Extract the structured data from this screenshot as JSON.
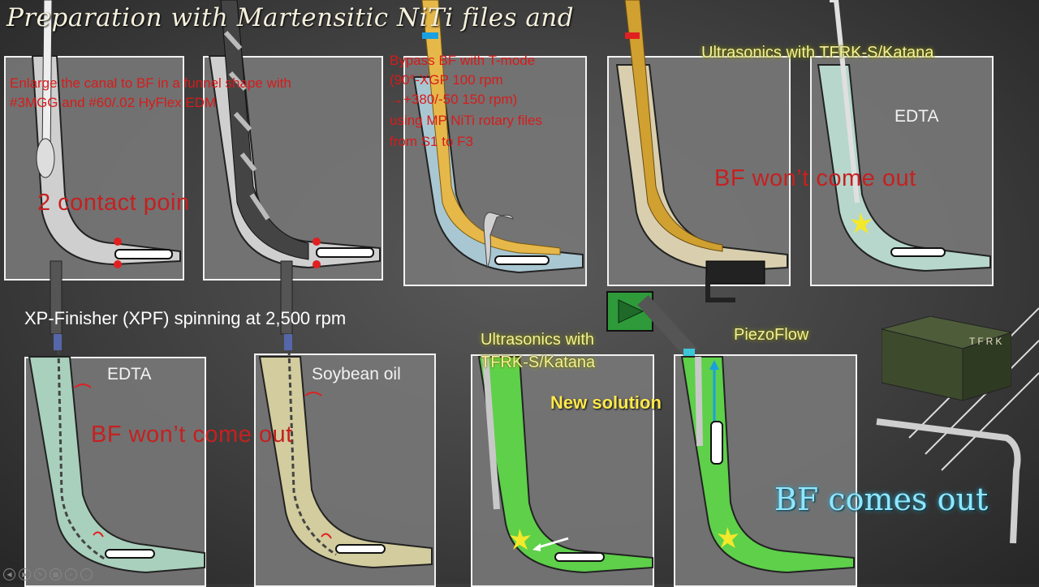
{
  "title": "Preparation with Martensitic NiTi files and",
  "panel1": {
    "note": "Enlarge the canal to BF in a funnel shape with\n#3MGG and #60/.02 HyFlex EDM",
    "contact": "2 contact poin"
  },
  "panel3": {
    "note_lines": [
      "Bypass BF with T-mode",
      "(90°-XGP 100 rpm",
      "→+380/-50 150 rpm)",
      "using MP NiTi rotary files",
      "from S1 to F3"
    ]
  },
  "panel5": {
    "ultrasonics": "Ultrasonics with TFRK-S/Katana",
    "solution": "EDTA",
    "result": "BF won’t come out"
  },
  "xpf": {
    "label": "XP-Finisher (XPF) spinning at 2,500 rpm"
  },
  "panel6": {
    "solution": "EDTA"
  },
  "panel7": {
    "solution": "Soybean oil"
  },
  "bottom_result": "BF won’t come out",
  "panel8": {
    "ultrasonics_line1": "Ultrasonics with",
    "ultrasonics_line2": "TFRK-S/Katana",
    "new_solution": "New solution"
  },
  "panel9": {
    "label": "PiezoFlow",
    "result": "BF comes out"
  },
  "product": {
    "brand": "TFRK"
  },
  "colors": {
    "canal_blue": "#a9c7d2",
    "canal_green": "#5ed04a",
    "canal_tan": "#d9cfae",
    "text_red": "#d81b1b",
    "glow_yellow": "#f4f0a0"
  }
}
